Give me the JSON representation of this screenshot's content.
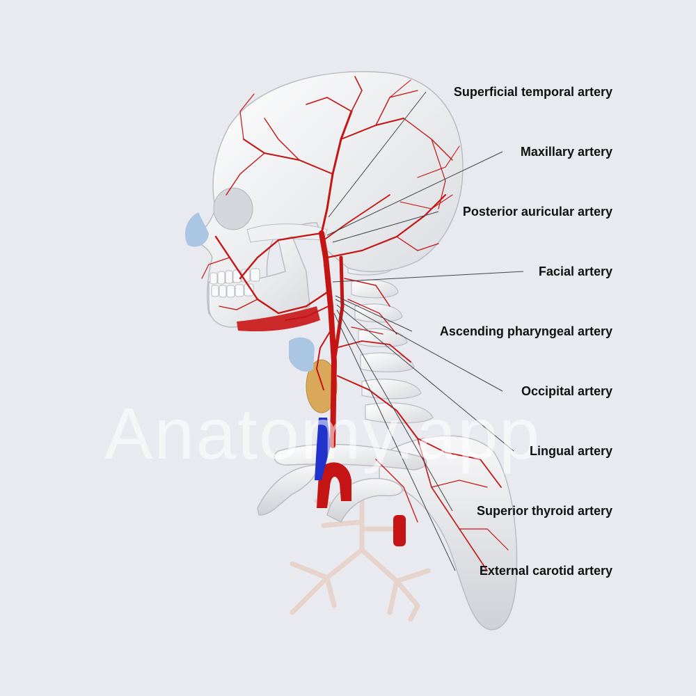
{
  "watermark": "Anatomy.app",
  "labels": [
    {
      "key": "superficial_temporal",
      "text": "Superficial temporal artery"
    },
    {
      "key": "maxillary",
      "text": "Maxillary artery"
    },
    {
      "key": "posterior_auricular",
      "text": "Posterior auricular artery"
    },
    {
      "key": "facial",
      "text": "Facial artery"
    },
    {
      "key": "ascending_pharyngeal",
      "text": "Ascending pharyngeal artery"
    },
    {
      "key": "occipital",
      "text": "Occipital artery"
    },
    {
      "key": "lingual",
      "text": "Lingual artery"
    },
    {
      "key": "superior_thyroid",
      "text": "Superior thyroid artery"
    },
    {
      "key": "external_carotid",
      "text": "External carotid artery"
    }
  ],
  "colors": {
    "background": "#e9eaef",
    "bone": "#f4f4f4",
    "artery": "#c41414",
    "vein": "#2233cc",
    "thyroid": "#d9a85a",
    "cartilage": "#aac6e3",
    "bronchi": "#eddcd6",
    "leader_line": "#444444",
    "label_text": "#111111"
  }
}
